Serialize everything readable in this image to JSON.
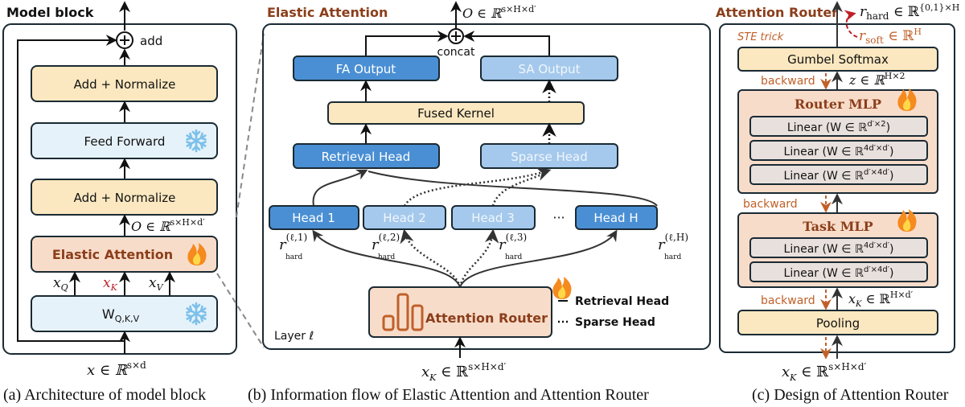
{
  "colors": {
    "border": "#1a2a33",
    "yellow_fill": "#fbe8c0",
    "light_blue_fill": "#e6f2fa",
    "peach_fill": "#f8dcca",
    "dark_blue_fill": "#4a8fd4",
    "light_head_fill": "#a5c9ec",
    "brown_text": "#8b3e1a",
    "orange_text": "#c0602a",
    "red_accent": "#c0202a",
    "snowflake": "#7cc0ea",
    "flame_outer": "#f58a1f",
    "flame_inner": "#ffd84a",
    "linear_fill": "#e8e0dc"
  },
  "panel_a": {
    "title": "Model block",
    "add_label": "add",
    "add_normalize_top": "Add + Normalize",
    "feed_forward": "Feed Forward",
    "add_normalize_bottom": "Add + Normalize",
    "output_label": "O ∈ ℝ",
    "output_sup": "s×H×d′",
    "elastic_attention": "Elastic Attention",
    "xq": "x",
    "xq_sub": "Q",
    "xk": "x",
    "xk_sub": "K",
    "xv": "x",
    "xv_sub": "V",
    "wqkv": "W",
    "wqkv_sub": "Q,K,V",
    "input_label": "x ∈ ℝ",
    "input_sup": "s×d",
    "caption": "(a) Architecture of model block"
  },
  "panel_b": {
    "title": "Elastic Attention",
    "output_label": "O ∈ ℝ",
    "output_sup": "s×H×d′",
    "concat_label": "concat",
    "fa_output": "FA Output",
    "sa_output": "SA Output",
    "fused_kernel": "Fused Kernel",
    "retrieval_head": "Retrieval Head",
    "sparse_head": "Sparse Head",
    "heads": [
      {
        "label": "Head 1",
        "type": "retrieval",
        "r_sup": "(ℓ,1)"
      },
      {
        "label": "Head 2",
        "type": "sparse",
        "r_sup": "(ℓ,2)"
      },
      {
        "label": "Head 3",
        "type": "sparse",
        "r_sup": "(ℓ,3)"
      },
      {
        "label": "Head H",
        "type": "retrieval",
        "r_sup": "(ℓ,H)"
      }
    ],
    "ellipsis": "···",
    "r_symbol": "r",
    "r_sub": "hard",
    "attention_router": "Attention Router",
    "legend": {
      "solid": "Retrieval Head",
      "dotted": "Sparse Head"
    },
    "layer_label": "Layer ℓ",
    "input_label": "x",
    "input_sub": "K",
    "input_rest": " ∈ ℝ",
    "input_sup": "s×H×d′",
    "caption": "(b) Information flow of  Elastic Attention and Attention Router"
  },
  "panel_c": {
    "title": "Attention Router",
    "r_hard": "r",
    "r_hard_sub": "hard",
    "r_hard_rest": " ∈ ℝ",
    "r_hard_sup": "{0,1}×H",
    "r_soft": "r",
    "r_soft_sub": "soft",
    "r_soft_rest": " ∈ ℝ",
    "r_soft_sup": "H",
    "ste_trick": "STE trick",
    "gumbel_softmax": "Gumbel Softmax",
    "backward_1": "backward",
    "z_label": "z ∈ ℝ",
    "z_sup": "H×2",
    "router_mlp": "Router MLP",
    "router_linears": [
      {
        "prefix": "Linear (W ∈ ℝ",
        "sup": "d′×2",
        "suffix": ")"
      },
      {
        "prefix": "Linear (W ∈ ℝ",
        "sup": "4d′×d′",
        "suffix": ")"
      },
      {
        "prefix": "Linear (W ∈ ℝ",
        "sup": "d′×4d′",
        "suffix": ")"
      }
    ],
    "backward_2": "backward",
    "task_mlp": "Task MLP",
    "task_linears": [
      {
        "prefix": "Linear (W ∈ ℝ",
        "sup": "4d′×d′",
        "suffix": ")"
      },
      {
        "prefix": "Linear (W ∈ ℝ",
        "sup": "d′×4d′",
        "suffix": ")"
      }
    ],
    "backward_3": "backward",
    "xk_mid": "x",
    "xk_mid_sub": "K",
    "xk_mid_rest": " ∈ ℝ",
    "xk_mid_sup": "H×d′",
    "pooling": "Pooling",
    "input_label": "x",
    "input_sub": "K",
    "input_rest": " ∈ ℝ",
    "input_sup": "s×H×d′",
    "caption": "(c) Design of Attention Router"
  }
}
